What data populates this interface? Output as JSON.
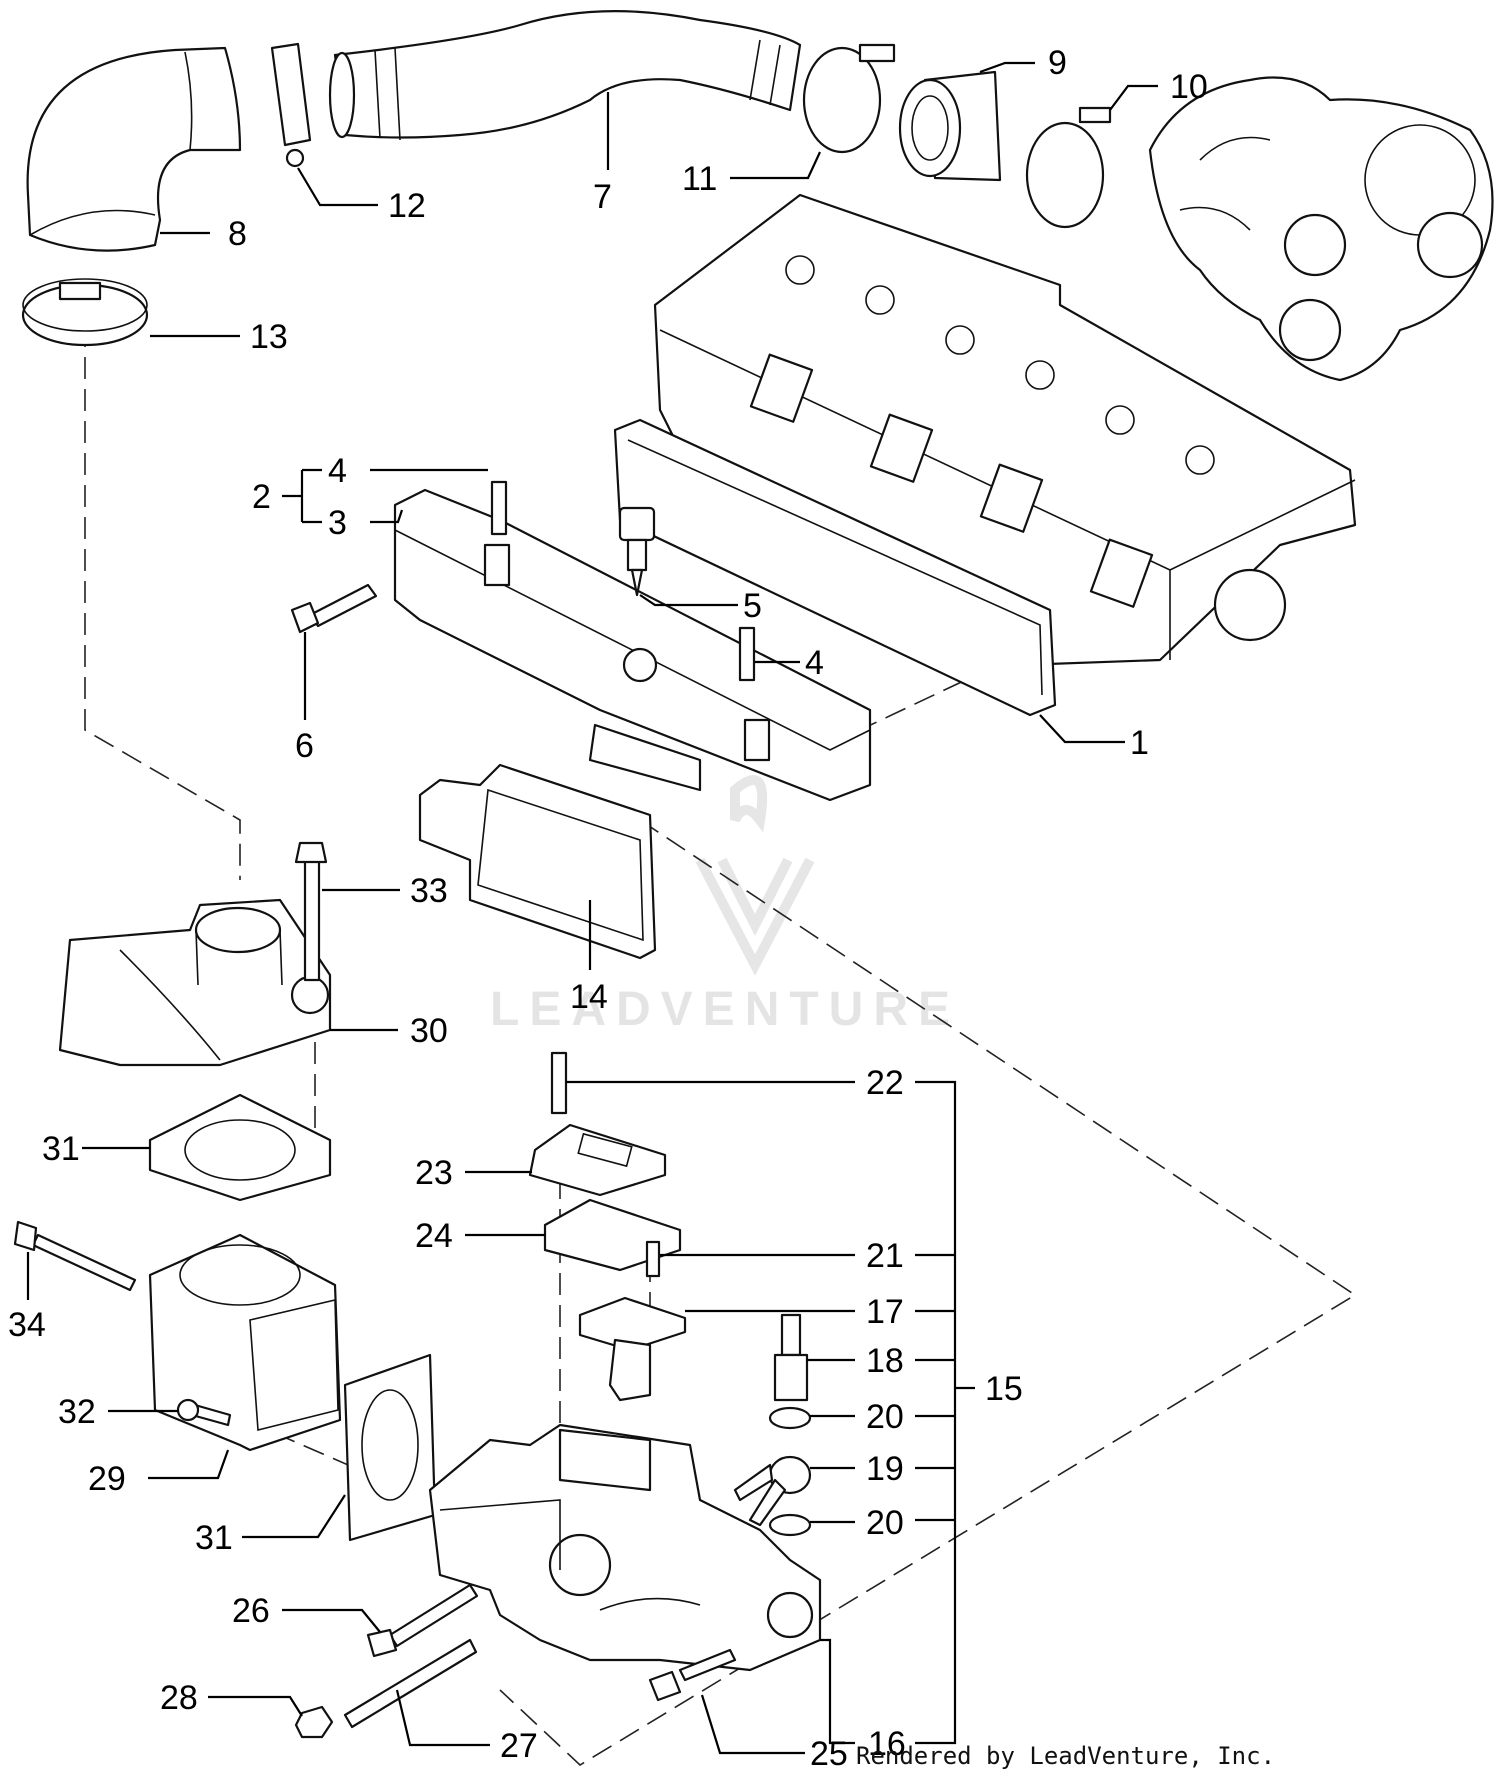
{
  "watermark": "LEADVENTURE",
  "footer": "Rendered by LeadVenture, Inc.",
  "callouts": [
    {
      "id": "1",
      "label": "1"
    },
    {
      "id": "2",
      "label": "2"
    },
    {
      "id": "3",
      "label": "3"
    },
    {
      "id": "4a",
      "label": "4"
    },
    {
      "id": "4b",
      "label": "4"
    },
    {
      "id": "5",
      "label": "5"
    },
    {
      "id": "6",
      "label": "6"
    },
    {
      "id": "7",
      "label": "7"
    },
    {
      "id": "8",
      "label": "8"
    },
    {
      "id": "9",
      "label": "9"
    },
    {
      "id": "10",
      "label": "10"
    },
    {
      "id": "11",
      "label": "11"
    },
    {
      "id": "12",
      "label": "12"
    },
    {
      "id": "13",
      "label": "13"
    },
    {
      "id": "14",
      "label": "14"
    },
    {
      "id": "15",
      "label": "15"
    },
    {
      "id": "16",
      "label": "16"
    },
    {
      "id": "17",
      "label": "17"
    },
    {
      "id": "18",
      "label": "18"
    },
    {
      "id": "19",
      "label": "19"
    },
    {
      "id": "20a",
      "label": "20"
    },
    {
      "id": "20b",
      "label": "20"
    },
    {
      "id": "21",
      "label": "21"
    },
    {
      "id": "22",
      "label": "22"
    },
    {
      "id": "23",
      "label": "23"
    },
    {
      "id": "24",
      "label": "24"
    },
    {
      "id": "25",
      "label": "25"
    },
    {
      "id": "26",
      "label": "26"
    },
    {
      "id": "27",
      "label": "27"
    },
    {
      "id": "28",
      "label": "28"
    },
    {
      "id": "29",
      "label": "29"
    },
    {
      "id": "30",
      "label": "30"
    },
    {
      "id": "31a",
      "label": "31"
    },
    {
      "id": "31b",
      "label": "31"
    },
    {
      "id": "32",
      "label": "32"
    },
    {
      "id": "33",
      "label": "33"
    },
    {
      "id": "34",
      "label": "34"
    }
  ]
}
